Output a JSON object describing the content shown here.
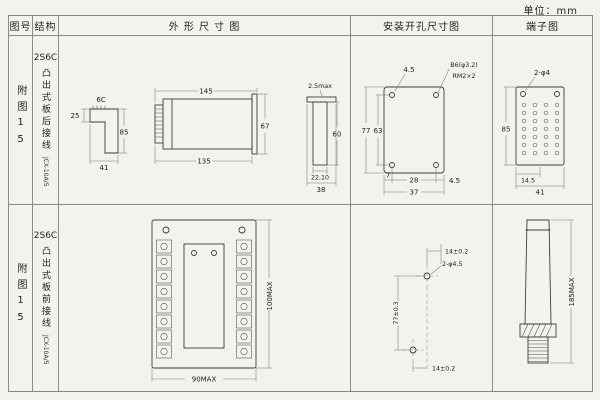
{
  "unit_label": "单位：mm",
  "headers": {
    "fig_no": "图号",
    "structure": "结构",
    "outline": "外 形 尺 寸 图",
    "mounting": "安装开孔尺寸图",
    "terminal": "端子图"
  },
  "r1": {
    "fig_no": "附图15",
    "model": "2S6C",
    "desc": "凸出式板后接线",
    "sub": "JCX-10A/5",
    "o": {
      "c6": "6C",
      "d25": "25",
      "d85": "85",
      "d41": "41",
      "d145": "145",
      "d67": "67",
      "d135": "135",
      "dmax": "2.5max",
      "d60": "60",
      "d22": "22,10",
      "d38": "38"
    },
    "m": {
      "d45t": "4.5",
      "hole": "B6(φ3.2)",
      "thr": "RM2×2",
      "d77": "77",
      "d63": "63",
      "d7": "7",
      "d28": "28",
      "d45r": "4.5",
      "d37": "37"
    },
    "t": {
      "hole": "2-φ4",
      "d85": "85",
      "d145": "14.5",
      "d41": "41"
    }
  },
  "r2": {
    "fig_no": "附图15",
    "model": "2S6C",
    "desc": "凸出式板前接线",
    "sub": "JCX-10A/5",
    "o": {
      "d100": "100MAX",
      "d90": "90MAX"
    },
    "m": {
      "d14t": "14±0.2",
      "hole": "2-φ4.5",
      "d77": "77±0.3",
      "d14b": "14±0.2"
    },
    "s": {
      "d185": "185MAX"
    }
  }
}
